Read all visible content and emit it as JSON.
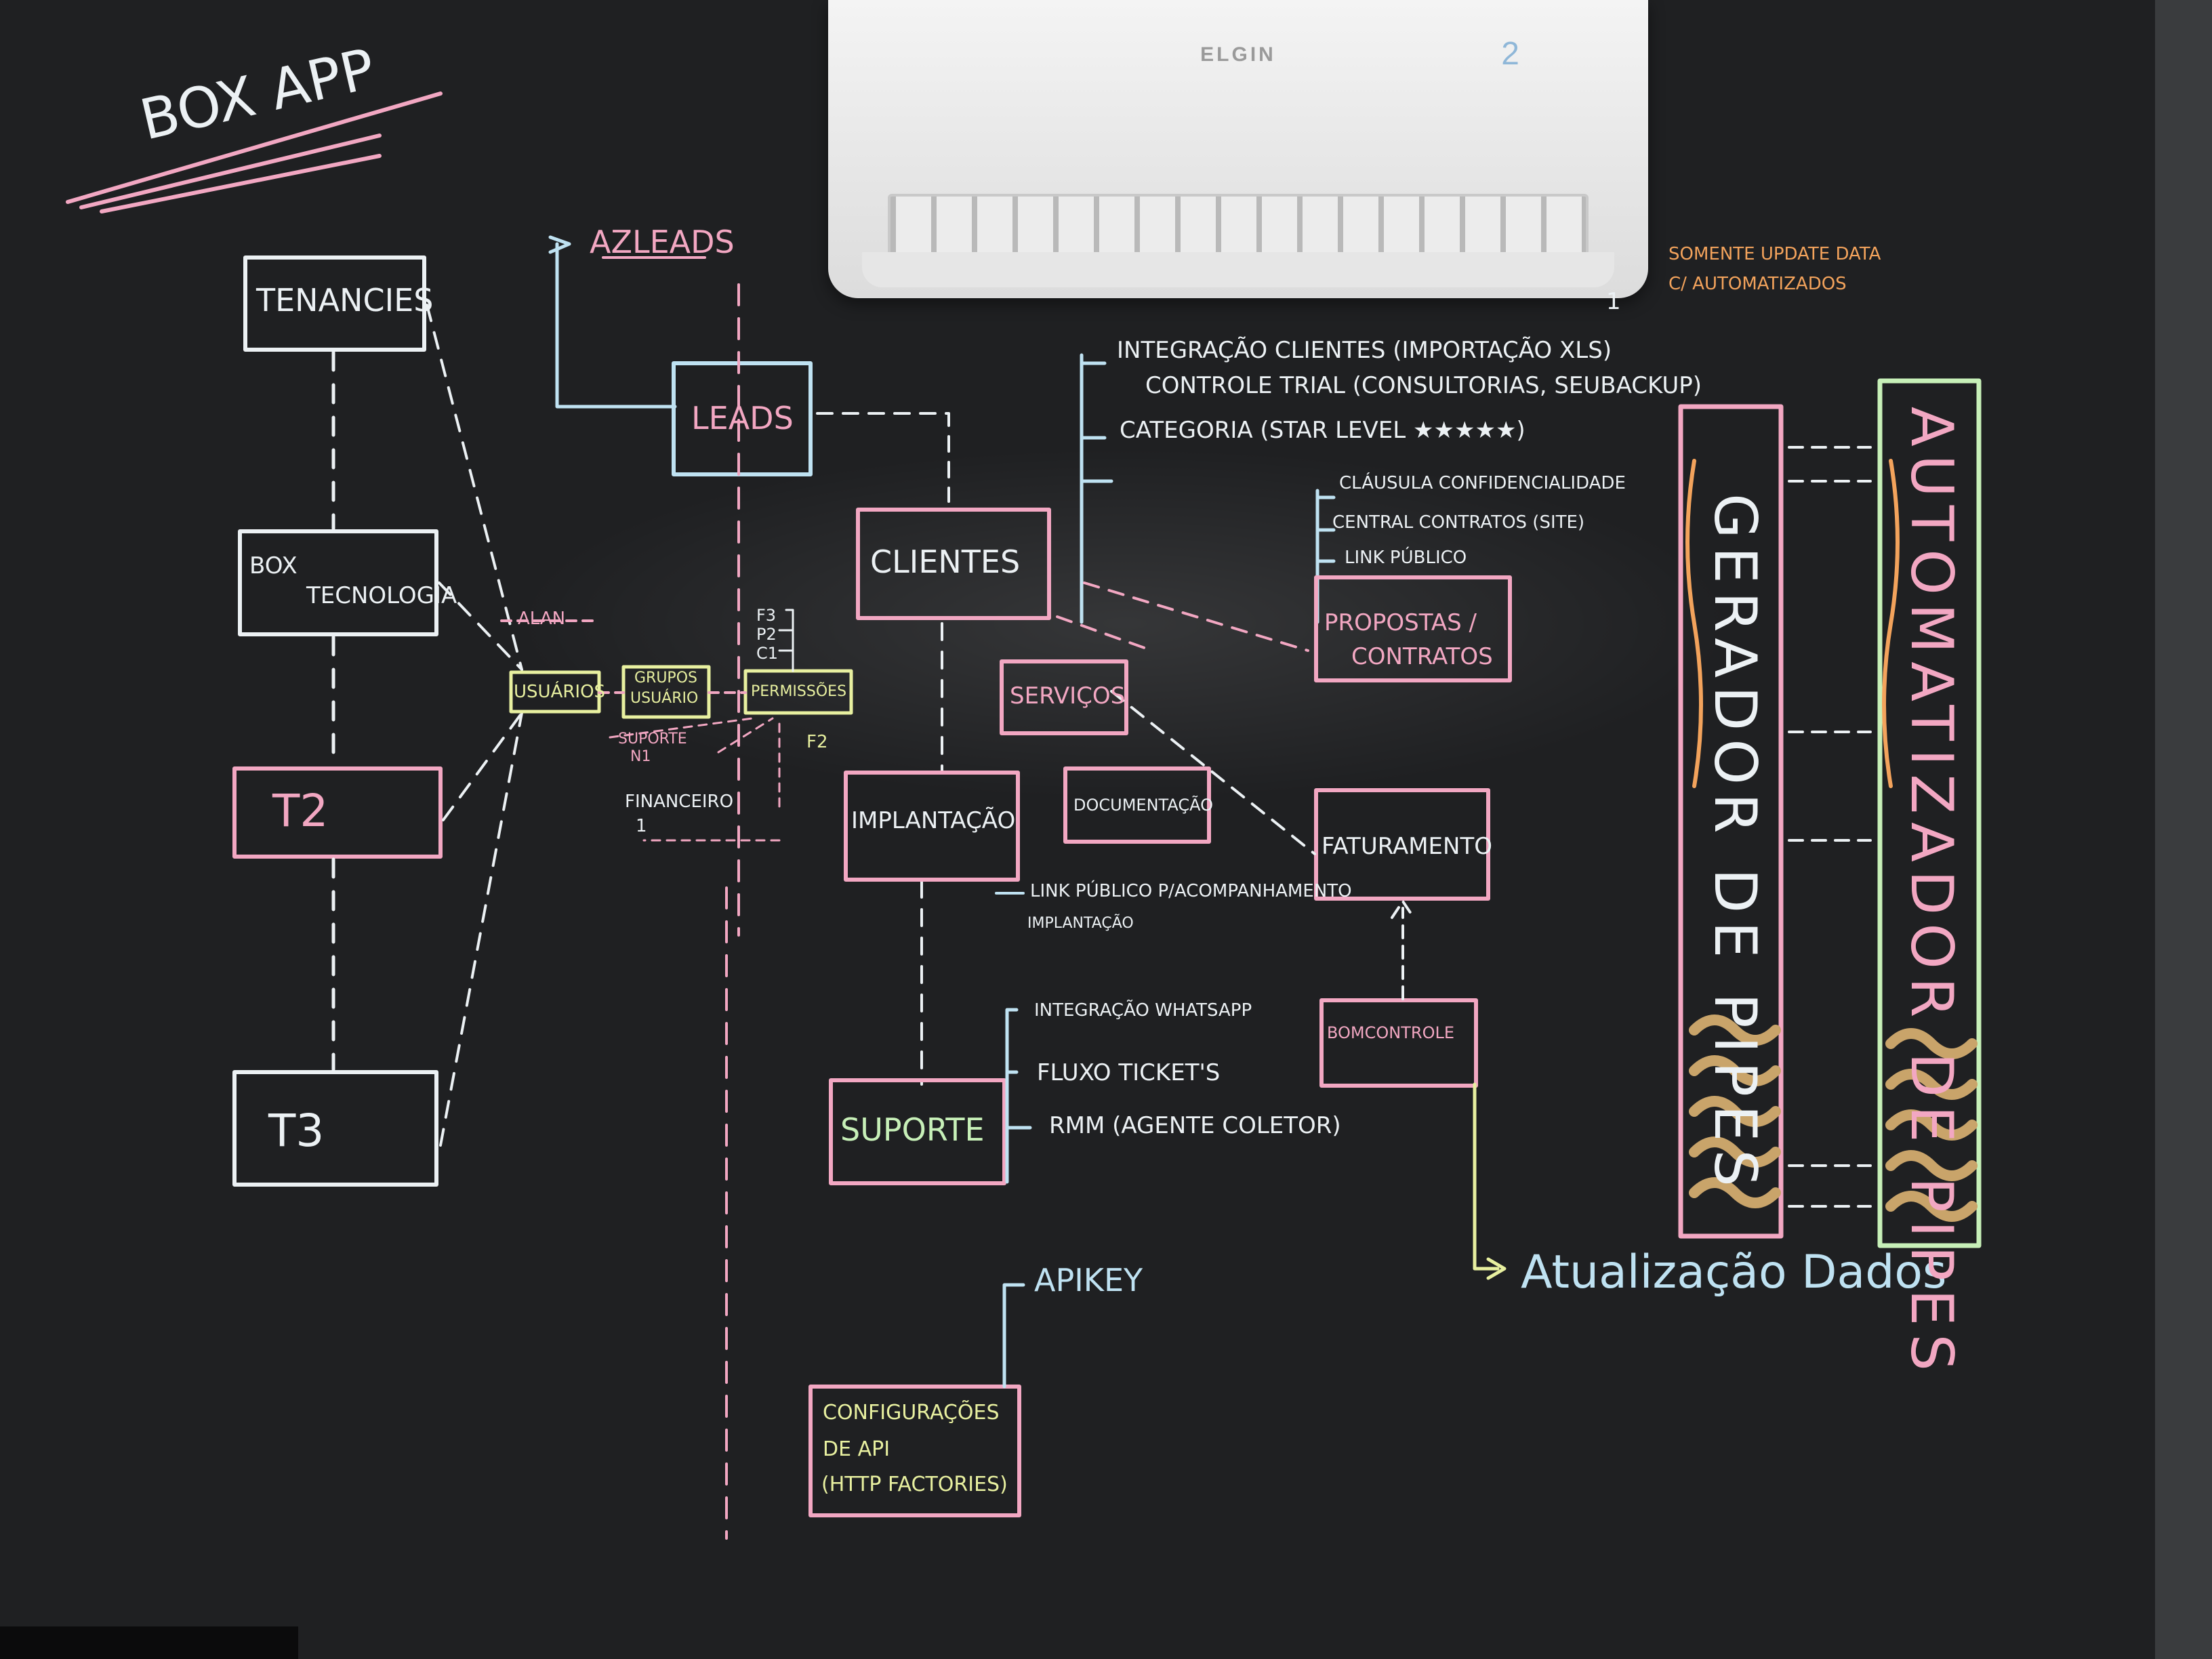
{
  "title": "BOX APP",
  "air_conditioner": {
    "brand": "ELGIN",
    "display": "2"
  },
  "left_boxes": {
    "tenancies": "TENANCIES",
    "box": "BOX",
    "tecnologia": "TECNOLOGIA",
    "t2": "T2",
    "t3": "T3"
  },
  "leads": {
    "azleads": "AZLEADS",
    "leads": "LEADS"
  },
  "clientes": {
    "label": "CLIENTES",
    "integracao": "INTEGRAÇÃO CLIENTES (IMPORTAÇÃO XLS)",
    "controle_trial": "CONTROLE TRIAL (CONSULTORIAS, SEUBACKUP)",
    "categoria": "CATEGORIA (STAR LEVEL ★★★★★)"
  },
  "somente_update": {
    "line1": "SOMENTE UPDATE DATA",
    "line2": "C/ AUTOMATIZADOS",
    "marker": "1"
  },
  "propostas": {
    "clausula": "CLÁUSULA CONFIDENCIALIDADE",
    "central": "CENTRAL CONTRATOS (SITE)",
    "link": "LINK PÚBLICO",
    "box_line1": "PROPOSTAS /",
    "box_line2": "CONTRATOS"
  },
  "usuarios": {
    "alan": "ALAN",
    "usuarios": "USUÁRIOS",
    "grupos_line1": "GRUPOS",
    "grupos_line2": "USUÁRIO",
    "permissoes": "PERMISSÕES",
    "f3": "F3",
    "p2": "P2",
    "c1": "C1",
    "suporte_n1_line1": "SUPORTE",
    "suporte_n1_line2": "N1",
    "f2": "F2",
    "financeiro": "FINANCEIRO",
    "one": "1"
  },
  "servicos": "SERVIÇOS",
  "documentacao": "DOCUMENTAÇÃO",
  "implantacao": {
    "label": "IMPLANTAÇÃO",
    "link_line1": "LINK PÚBLICO P/ACOMPANHAMENTO",
    "link_line2": "IMPLANTAÇÃO"
  },
  "faturamento": "FATURAMENTO",
  "bomcontrole": "BOMCONTROLE",
  "atualizacao": "Atualização Dados",
  "suporte": {
    "label": "SUPORTE",
    "whatsapp": "INTEGRAÇÃO WHATSAPP",
    "tickets": "FLUXO TICKET'S",
    "rmm": "RMM (AGENTE COLETOR)"
  },
  "api": {
    "apikey": "APIKEY",
    "line1": "CONFIGURAÇÕES",
    "line2": "DE API",
    "line3": "(HTTP FACTORIES)"
  },
  "gerador": "GERADOR DE PIPES",
  "automatizador": "AUTOMATIZADOR DE PIPES",
  "colors": {
    "chalkboard": "#1f2022",
    "wall": "#3a3c3e",
    "pink": "#f2a7c2",
    "white": "#ecf1f4",
    "blue": "#bfe2f2",
    "yellow": "#e8f0a0",
    "orange": "#f3a35c",
    "green": "#c7f0b8"
  }
}
